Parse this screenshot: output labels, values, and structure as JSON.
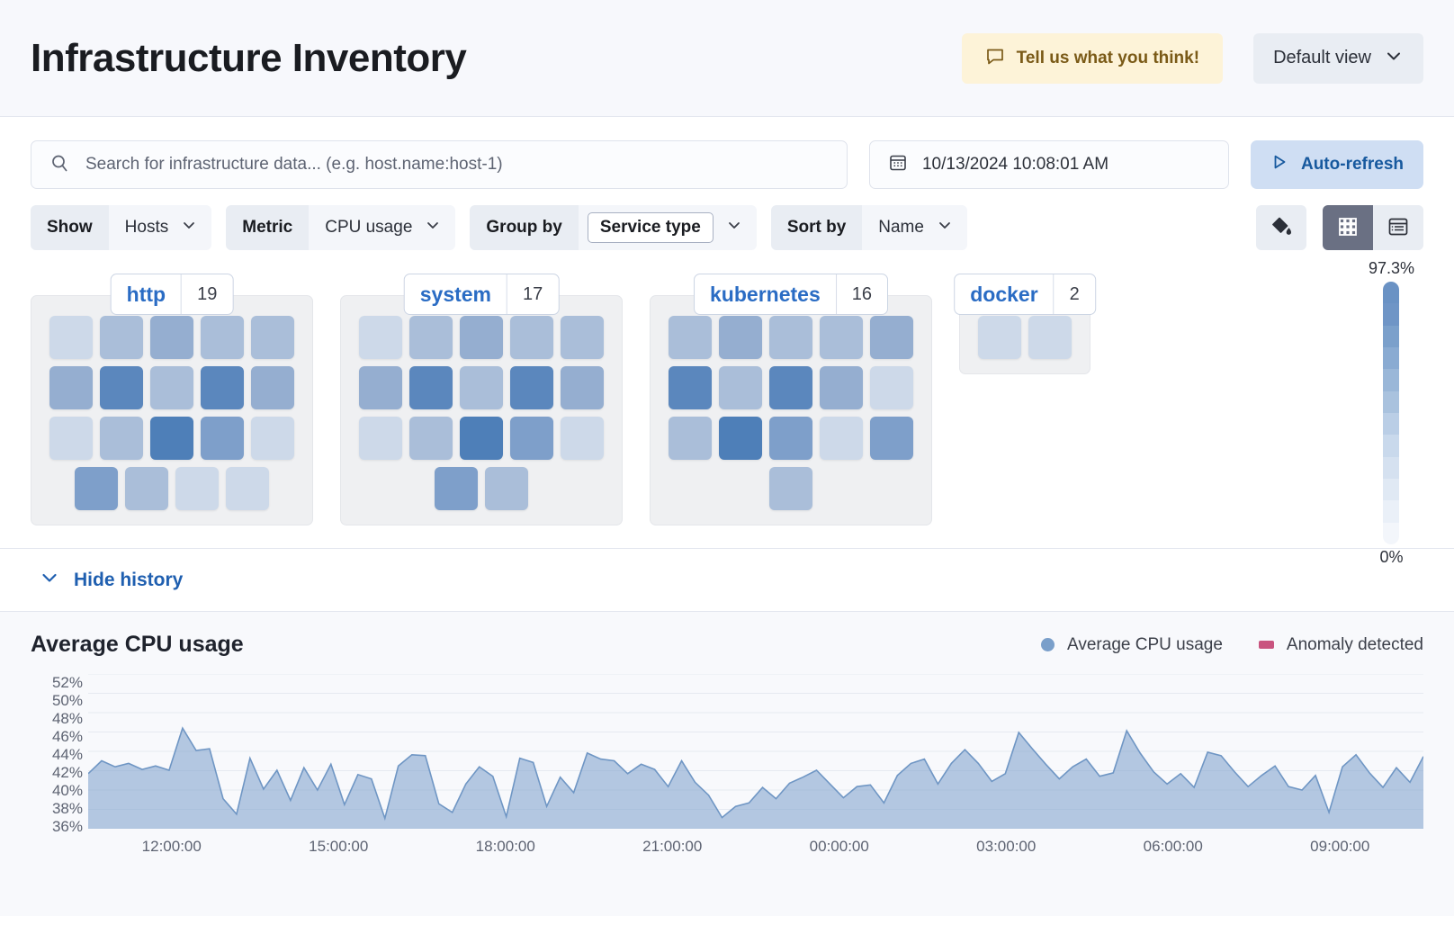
{
  "header": {
    "title": "Infrastructure Inventory",
    "feedback_label": "Tell us what you think!",
    "view_label": "Default view"
  },
  "search": {
    "value": "",
    "placeholder": "Search for infrastructure data... (e.g. host.name:host-1)"
  },
  "datepicker": {
    "value": "10/13/2024 10:08:01 AM"
  },
  "refresh": {
    "label": "Auto-refresh"
  },
  "filters": [
    {
      "label": "Show",
      "value": "Hosts",
      "pill": false
    },
    {
      "label": "Metric",
      "value": "CPU usage",
      "pill": false
    },
    {
      "label": "Group by",
      "value": "Service type",
      "pill": true
    },
    {
      "label": "Sort by",
      "value": "Name",
      "pill": false
    }
  ],
  "history_toggle": {
    "label": "Hide history"
  },
  "legend_scale": {
    "max": "97.3%",
    "min": "0%"
  },
  "waffle": {
    "colors": {
      "s1": "#cdd9e9",
      "s2": "#aabed9",
      "s3": "#95aed0",
      "s4": "#7e9fca",
      "s5": "#5b87bd",
      "s6": "#4e7fb8"
    },
    "groups": [
      {
        "name": "http",
        "count": "19",
        "rows": [
          [
            "s1",
            "s2",
            "s3",
            "s2",
            "s2"
          ],
          [
            "s3",
            "s5",
            "s2",
            "s5",
            "s3"
          ],
          [
            "s1",
            "s2",
            "s6",
            "s4",
            "s1"
          ],
          [
            "s4",
            "s2",
            "s1",
            "s1"
          ]
        ]
      },
      {
        "name": "system",
        "count": "17",
        "rows": [
          [
            "s1",
            "s2",
            "s3",
            "s2",
            "s2"
          ],
          [
            "s3",
            "s5",
            "s2",
            "s5",
            "s3"
          ],
          [
            "s1",
            "s2",
            "s6",
            "s4",
            "s1"
          ],
          [
            "s4",
            "s2"
          ]
        ]
      },
      {
        "name": "kubernetes",
        "count": "16",
        "rows": [
          [
            "s2",
            "s3",
            "s2",
            "s2",
            "s3"
          ],
          [
            "s5",
            "s2",
            "s5",
            "s3",
            "s1"
          ],
          [
            "s2",
            "s6",
            "s4",
            "s1",
            "s4"
          ],
          [
            "s2"
          ]
        ]
      },
      {
        "name": "docker",
        "count": "2",
        "rows": [
          [
            "s1",
            "s1"
          ]
        ]
      }
    ]
  },
  "chart_data": {
    "type": "area",
    "title": "Average CPU usage",
    "xlabel": "",
    "ylabel": "",
    "ylim": [
      35,
      53
    ],
    "yticks": [
      "52%",
      "50%",
      "48%",
      "46%",
      "44%",
      "42%",
      "40%",
      "38%",
      "36%"
    ],
    "xticks": [
      "12:00:00",
      "15:00:00",
      "18:00:00",
      "21:00:00",
      "00:00:00",
      "03:00:00",
      "06:00:00",
      "09:00:00"
    ],
    "grid": true,
    "legend_position": "top-right",
    "series": [
      {
        "name": "Average CPU usage",
        "color": "#7a9fca",
        "type": "area"
      },
      {
        "name": "Anomaly detected",
        "color": "#c9547f",
        "type": "marker"
      }
    ],
    "values": [
      41.4,
      42.9,
      42.2,
      42.6,
      41.9,
      42.3,
      41.8,
      46.7,
      44.1,
      44.3,
      38.5,
      36.7,
      43.2,
      39.6,
      41.8,
      38.3,
      42.1,
      39.5,
      42.5,
      37.8,
      41.3,
      40.8,
      36.2,
      42.3,
      43.6,
      43.5,
      37.9,
      36.9,
      40.2,
      42.2,
      41.1,
      36.4,
      43.2,
      42.7,
      37.6,
      41.0,
      39.2,
      43.8,
      43.1,
      42.9,
      41.4,
      42.5,
      41.9,
      39.9,
      42.9,
      40.4,
      38.9,
      36.3,
      37.6,
      38.0,
      39.8,
      38.5,
      40.3,
      41.0,
      41.8,
      40.2,
      38.6,
      39.9,
      40.1,
      38.0,
      41.2,
      42.6,
      43.1,
      40.2,
      42.6,
      44.2,
      42.6,
      40.5,
      41.4,
      46.2,
      44.3,
      42.5,
      40.8,
      42.2,
      43.1,
      41.1,
      41.5,
      46.4,
      43.8,
      41.6,
      40.2,
      41.4,
      39.8,
      43.9,
      43.5,
      41.6,
      39.9,
      41.2,
      42.3,
      39.9,
      39.5,
      41.2,
      36.9,
      42.2,
      43.6,
      41.5,
      39.8,
      42.1,
      40.4,
      43.4
    ]
  }
}
